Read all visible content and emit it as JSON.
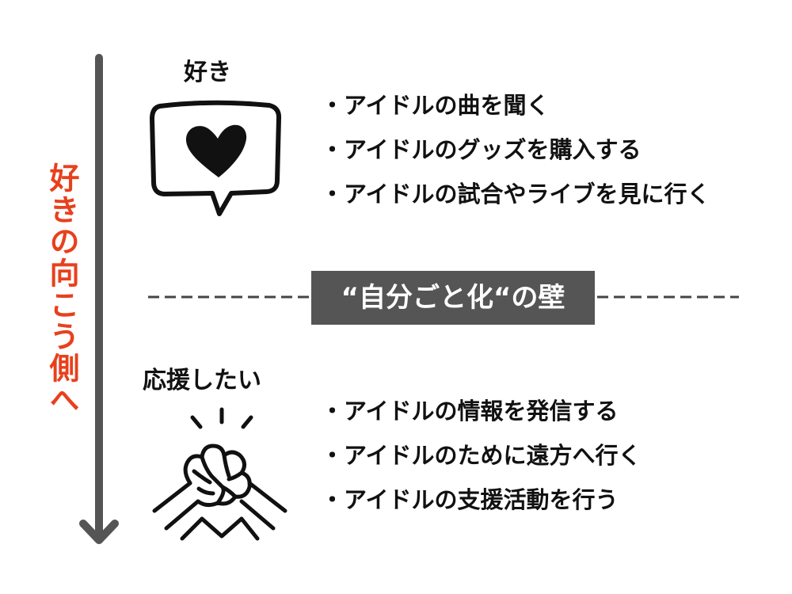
{
  "direction_label": "好きの向こう側へ",
  "colors": {
    "accent": "#e8401c",
    "arrow": "#555555",
    "wall_bg": "#555555",
    "text": "#111111"
  },
  "like_section": {
    "title": "好き",
    "icon": "heart-speech-bubble-icon",
    "items": [
      "・アイドルの曲を聞く",
      "・アイドルのグッズを購入する",
      "・アイドルの試合やライブを見に行く"
    ]
  },
  "wall": {
    "label": "“自分ごと化“の壁"
  },
  "support_section": {
    "title": "応援したい",
    "icon": "handshake-icon",
    "items": [
      "・アイドルの情報を発信する",
      "・アイドルのために遠方へ行く",
      "・アイドルの支援活動を行う"
    ]
  }
}
